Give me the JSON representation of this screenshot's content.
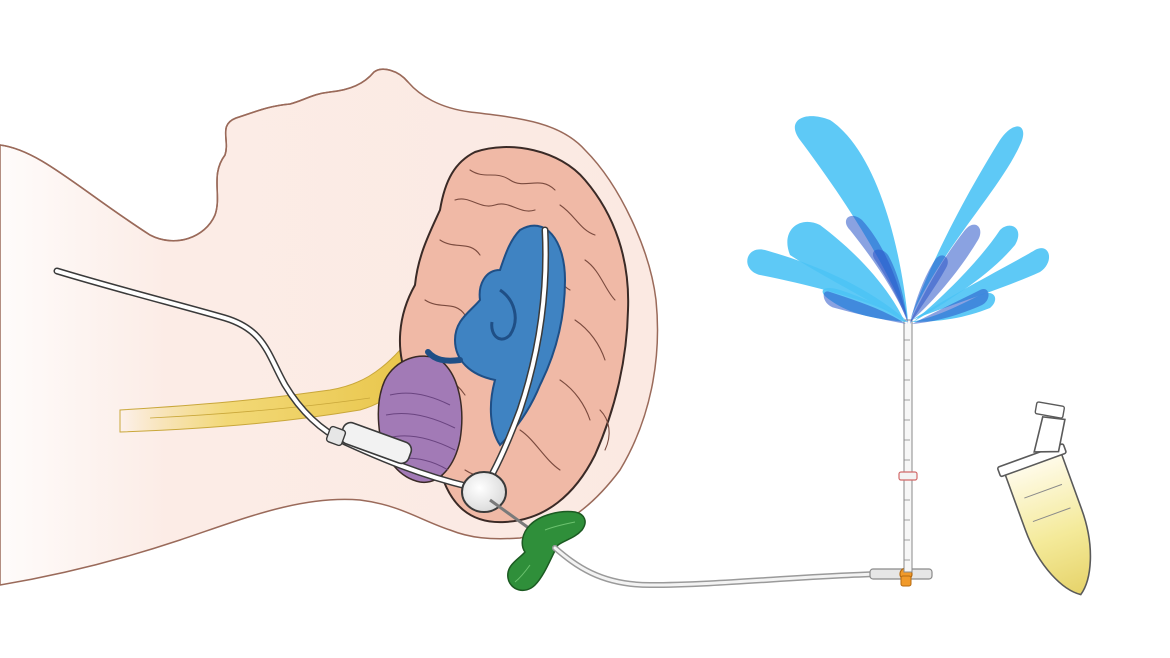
{
  "diagram": {
    "parts": [
      {
        "id": "head",
        "label": ""
      },
      {
        "id": "brain",
        "label": ""
      },
      {
        "id": "ventricles",
        "label": ""
      },
      {
        "id": "cerebellum",
        "label": ""
      },
      {
        "id": "spinal-cord",
        "label": ""
      },
      {
        "id": "shunt-catheter",
        "label": ""
      },
      {
        "id": "reservoir",
        "label": ""
      },
      {
        "id": "butterfly-needle",
        "label": ""
      },
      {
        "id": "extension-tubing",
        "label": ""
      },
      {
        "id": "stopcock",
        "label": ""
      },
      {
        "id": "manometer",
        "label": ""
      },
      {
        "id": "csf-fountain",
        "label": ""
      },
      {
        "id": "collection-tube",
        "label": ""
      }
    ]
  },
  "colors": {
    "skin": "#fbe9e2",
    "skin_outline": "#9a6a5a",
    "brain": "#f0b9a6",
    "brain_outline": "#3a2a26",
    "ventricle": "#3f83c2",
    "ventricle_dark": "#1f4f86",
    "cerebellum": "#a27ab6",
    "spinal_cord": "#f1d66a",
    "needle_wings": "#2f8f3a",
    "stopcock": "#f19a2a",
    "fluid_light": "#4cc3f5",
    "fluid_dark": "#2a56c8",
    "csf_sample": "#f4ea9a"
  }
}
